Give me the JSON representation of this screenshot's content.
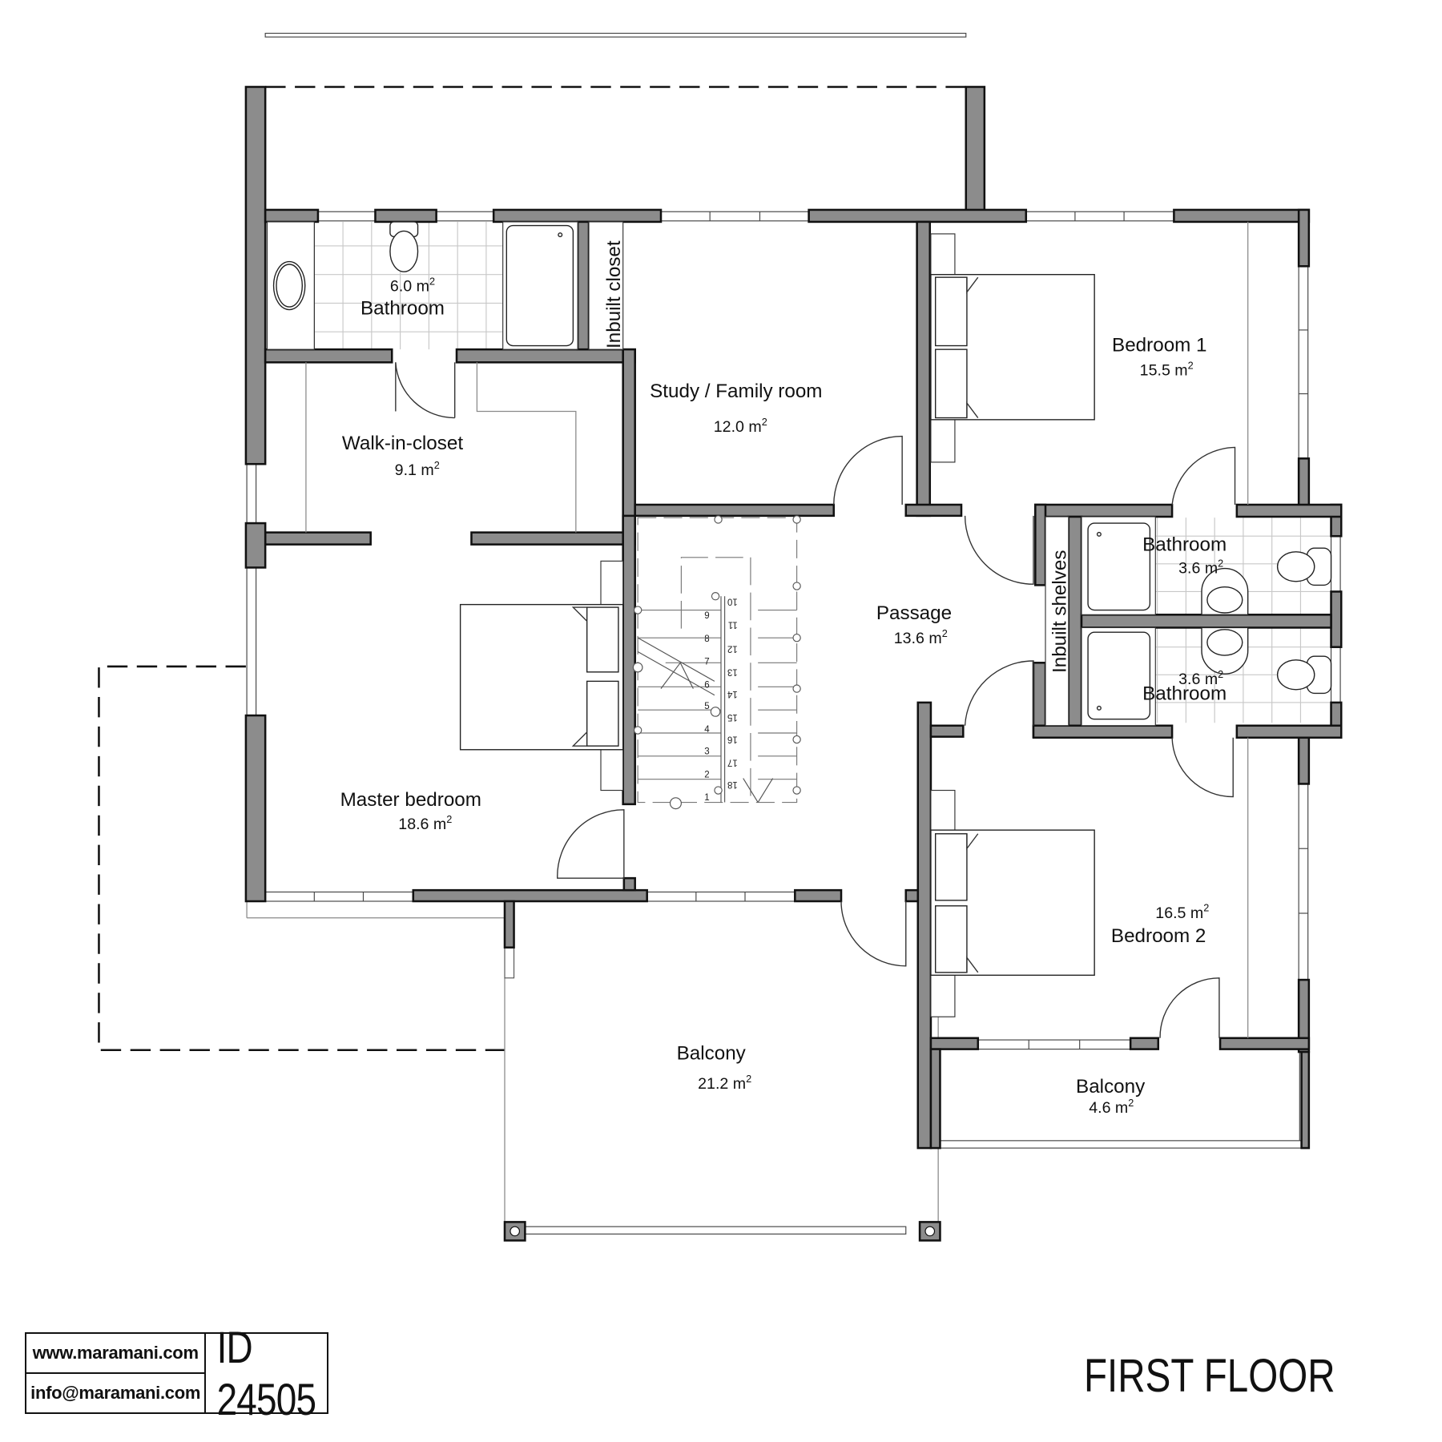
{
  "plan": {
    "floor_title": "FIRST FLOOR",
    "colors": {
      "wall_fill": "#8c8c8c",
      "wall_outline": "#111111",
      "background": "#ffffff",
      "tile_grid": "#c8c8c8"
    },
    "rooms": {
      "bathroom_master": {
        "name": "Bathroom",
        "area": "6.0 m",
        "unit_sup": "2"
      },
      "inbuilt_closet": {
        "name": "Inbuilt closet"
      },
      "study": {
        "name": "Study / Family room",
        "area": "12.0 m",
        "unit_sup": "2"
      },
      "bedroom1": {
        "name": "Bedroom 1",
        "area": "15.5 m",
        "unit_sup": "2"
      },
      "walk_in_closet": {
        "name": "Walk-in-closet",
        "area": "9.1 m",
        "unit_sup": "2"
      },
      "master_bedroom": {
        "name": "Master bedroom",
        "area": "18.6 m",
        "unit_sup": "2"
      },
      "passage": {
        "name": "Passage",
        "area": "13.6 m",
        "unit_sup": "2"
      },
      "inbuilt_shelves": {
        "name": "Inbuilt shelves"
      },
      "bathroom_a": {
        "name": "Bathroom",
        "area": "3.6 m",
        "unit_sup": "2"
      },
      "bathroom_b": {
        "name": "Bathroom",
        "area": "3.6 m",
        "unit_sup": "2"
      },
      "bedroom2": {
        "name": "Bedroom 2",
        "area": "16.5 m",
        "unit_sup": "2"
      },
      "balcony_main": {
        "name": "Balcony",
        "area": "21.2 m",
        "unit_sup": "2"
      },
      "balcony_small": {
        "name": "Balcony",
        "area": "4.6 m",
        "unit_sup": "2"
      }
    },
    "stairs": {
      "up_steps": [
        "1",
        "2",
        "3",
        "4",
        "5",
        "6",
        "7",
        "8",
        "9"
      ],
      "down_steps": [
        "10",
        "11",
        "12",
        "13",
        "14",
        "15",
        "16",
        "17",
        "18"
      ]
    }
  },
  "title_block": {
    "website": "www.maramani.com",
    "email": "info@maramani.com",
    "plan_id": "ID 24505"
  }
}
